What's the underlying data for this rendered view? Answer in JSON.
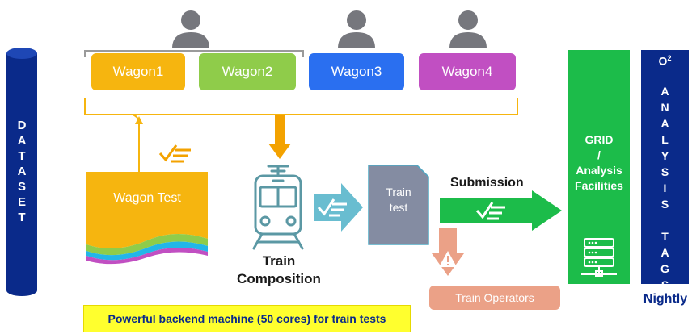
{
  "colors": {
    "navy": "#0a2a8a",
    "green": "#1cbc4a",
    "orange": "#f6a70c",
    "lime": "#8fcc4a",
    "blue": "#2a6ff0",
    "magenta": "#c14fc2",
    "person_gray": "#76777d",
    "check_orange": "#f3a200",
    "teal": "#69bdd0",
    "doc_gray": "#848ca2",
    "salmon": "#eba187",
    "yellow": "#ffff2e"
  },
  "dataset": {
    "label": "DATASET"
  },
  "wagons": [
    {
      "label": "Wagon1",
      "color": "#f6b50f"
    },
    {
      "label": "Wagon2",
      "color": "#8fcc4a"
    },
    {
      "label": "Wagon3",
      "color": "#2a6ff0"
    },
    {
      "label": "Wagon4",
      "color": "#c14fc2"
    }
  ],
  "wagon_test": {
    "label": "Wagon Test"
  },
  "train_composition": {
    "line1": "Train",
    "line2": "Composition"
  },
  "train_test": {
    "line1": "Train",
    "line2": "test"
  },
  "submission": {
    "label": "Submission"
  },
  "train_operators": {
    "label": "Train Operators"
  },
  "grid": {
    "line1": "GRID",
    "line2": "/",
    "line3": "Analysis",
    "line4": "Facilities"
  },
  "analysis_tags": {
    "o2": "O",
    "o2_sup": "2",
    "letters": [
      "A",
      "N",
      "A",
      "L",
      "Y",
      "S",
      "I",
      "S",
      "",
      "T",
      "A",
      "G",
      "S"
    ]
  },
  "nightly": {
    "label": "Nightly"
  },
  "backend_note": {
    "label": "Powerful backend machine (50 cores) for train tests"
  },
  "icons": {
    "user": "person-icon",
    "check": "checklist-icon",
    "train": "train-icon",
    "server": "server-rack-icon",
    "warning": "warning-icon"
  }
}
